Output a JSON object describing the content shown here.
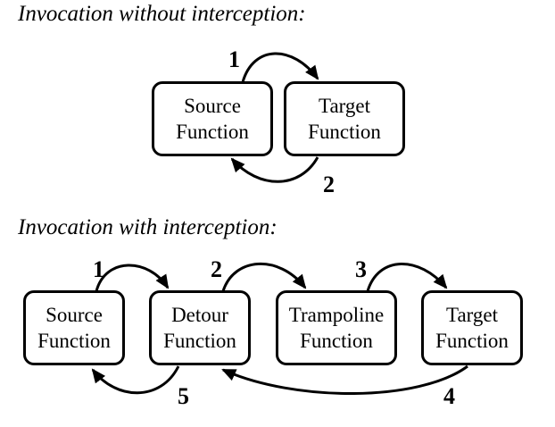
{
  "headings": {
    "without": "Invocation without interception:",
    "with": "Invocation with interception:"
  },
  "top_diagram": {
    "source": {
      "line1": "Source",
      "line2": "Function"
    },
    "target": {
      "line1": "Target",
      "line2": "Function"
    },
    "steps": [
      "1",
      "2"
    ]
  },
  "bottom_diagram": {
    "source": {
      "line1": "Source",
      "line2": "Function"
    },
    "detour": {
      "line1": "Detour",
      "line2": "Function"
    },
    "trampoline": {
      "line1": "Trampoline",
      "line2": "Function"
    },
    "target": {
      "line1": "Target",
      "line2": "Function"
    },
    "steps": [
      "1",
      "2",
      "3",
      "4",
      "5"
    ]
  }
}
